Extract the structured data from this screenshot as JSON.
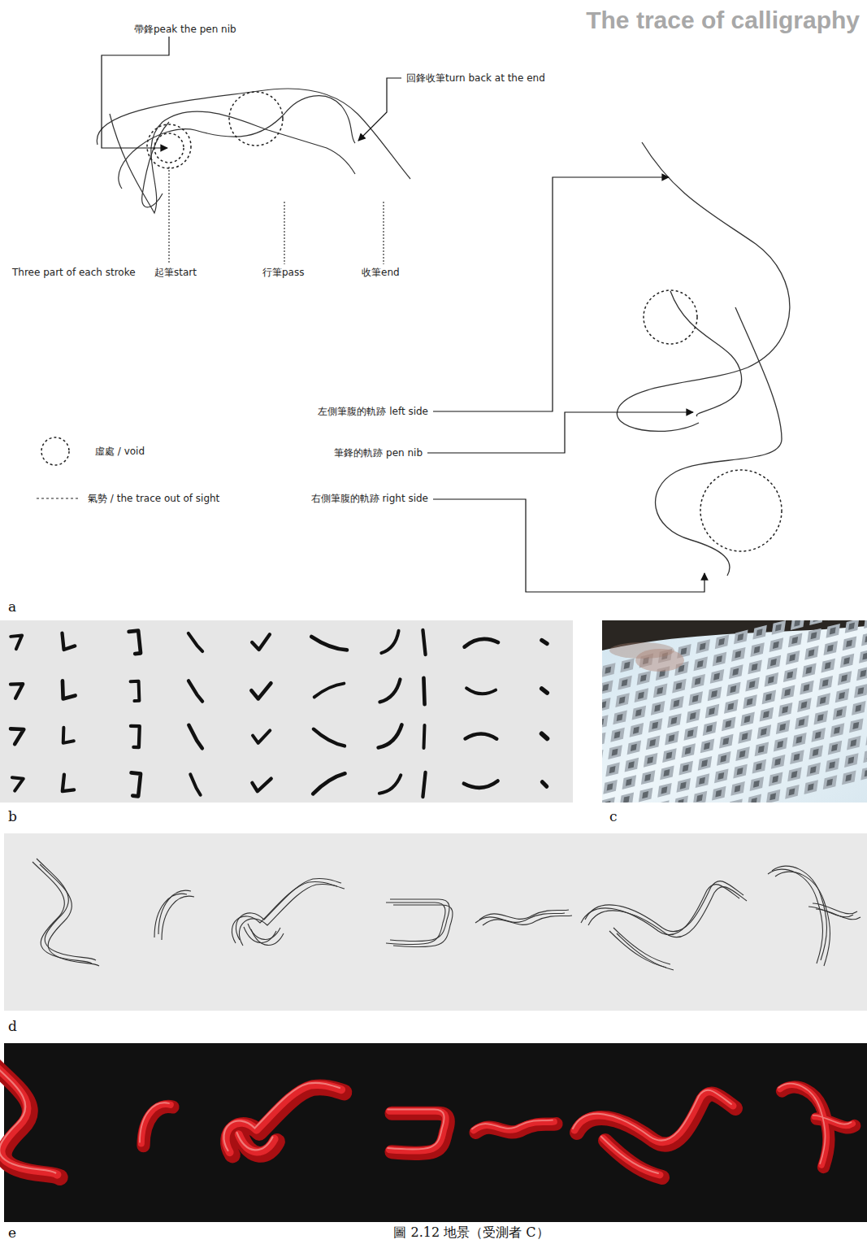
{
  "diagram": {
    "title": "The trace of calligraphy",
    "caption": "圖 2.12 地景（受測者 C）",
    "labels": [
      "帶鋒peak the pen nib",
      "回鋒收筆turn back at the end",
      "Three part of each stroke",
      "起筆start",
      "行筆pass",
      "收筆end",
      "左側筆腹的軌跡 left side",
      "筆鋒的軌跡 pen nib",
      "右側筆腹的軌跡 right side",
      "a",
      "b",
      "c",
      "d",
      "e"
    ],
    "legend": [
      {
        "text": "虛處 / void"
      },
      {
        "text": "氣勢 / the trace out of sight"
      }
    ]
  }
}
